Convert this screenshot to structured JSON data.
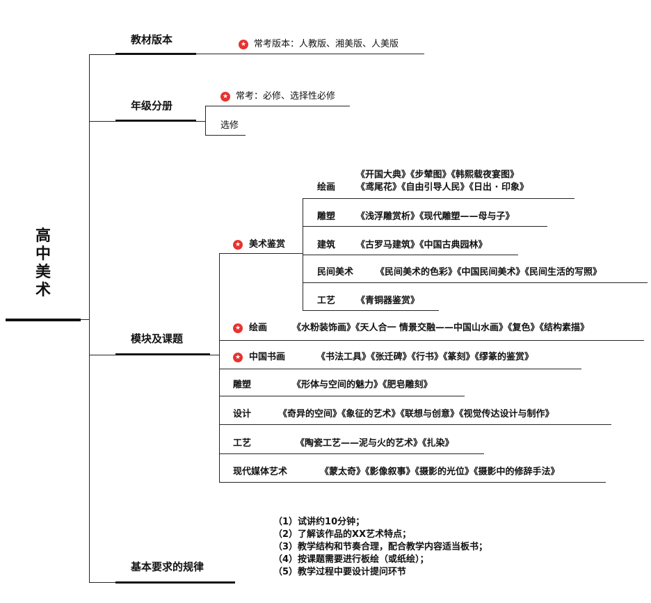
{
  "root": {
    "title": [
      "高",
      "中",
      "美",
      "术"
    ]
  },
  "star_icon": "star-icon",
  "star_color": "#e8322f",
  "branches": {
    "textbook": {
      "label": "教材版本",
      "items": {
        "edition": "常考版本：人教版、湘美版、人美版"
      }
    },
    "volumes": {
      "label": "年级分册",
      "items": {
        "compulsory": "常考：必修、选择性必修",
        "elective": "选修"
      }
    },
    "modules": {
      "label": "模块及课题",
      "appreciation": {
        "label": "美术鉴赏",
        "painting": {
          "label": "绘画",
          "line1": "《开国大典》《步辇图》《韩熙载夜宴图》",
          "line2": "《鸢尾花》《自由引导人民》《日出 · 印象》"
        },
        "sculpture": {
          "label": "雕塑",
          "works": "《浅浮雕赏析》《现代雕塑——母与子》"
        },
        "architecture": {
          "label": "建筑",
          "works": "《古罗马建筑》《中国古典园林》"
        },
        "folk_art": {
          "label": "民间美术",
          "works": "《民间美术的色彩》《中国民间美术》《民间生活的写照》"
        },
        "craft": {
          "label": "工艺",
          "works": "《青铜器鉴赏》"
        }
      },
      "painting": {
        "label": "绘画",
        "works": "《水粉装饰画》《天人合一 情景交融——中国山水画》《复色》《结构素描》"
      },
      "calligraphy": {
        "label": "中国书画",
        "works": "《书法工具》《张迁碑》《行书》《篆刻》《缪篆的鉴赏》"
      },
      "sculpture": {
        "label": "雕塑",
        "works": "《形体与空间的魅力》《肥皂雕刻》"
      },
      "design": {
        "label": "设计",
        "works": "《奇异的空间》《象征的艺术》《联想与创意》《视觉传达设计与制作》"
      },
      "craft": {
        "label": "工艺",
        "works": "《陶瓷工艺——泥与火的艺术》《扎染》"
      },
      "media_art": {
        "label": "现代媒体艺术",
        "works": "《蒙太奇》《影像叙事》《摄影的光位》《摄影中的修辞手法》"
      }
    },
    "requirements": {
      "label": "基本要求的规律",
      "items": [
        "（1）试讲约10分钟；",
        "（2）了解该作品的XX艺术特点；",
        "（3）教学结构和节奏合理，配合教学内容适当板书；",
        "（4）按课题需要进行板绘（或纸绘）；",
        "（5）教学过程中要设计提问环节"
      ]
    }
  }
}
